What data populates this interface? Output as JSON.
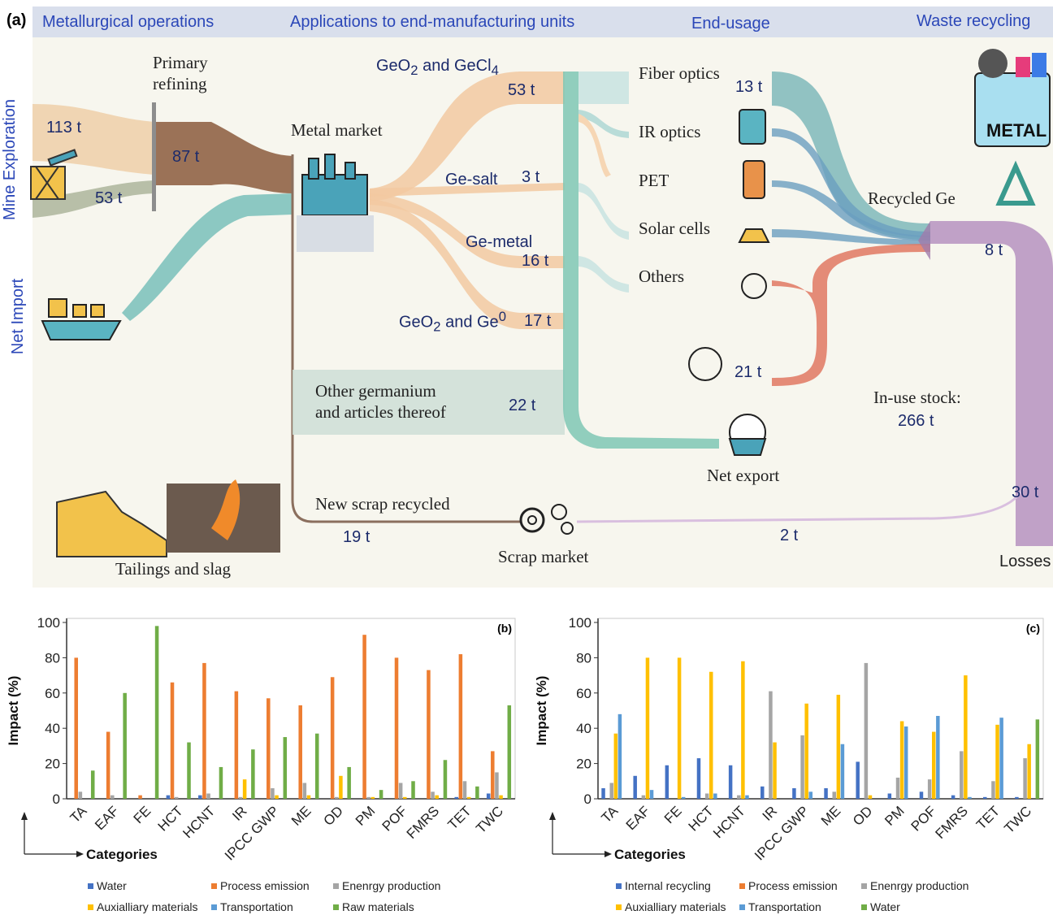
{
  "panel_a": {
    "label": "(a)",
    "headers": [
      "Metallurgical operations",
      "Applications to end-manufacturing units",
      "End-usage",
      "Waste recycling"
    ],
    "side_labels": {
      "mine": "Mine Exploration",
      "import": "Net Import"
    },
    "nodes": {
      "primary_refining": "Primary\nrefining",
      "metal_market": "Metal market",
      "geo2_gecl4_html": "GeO<sub>2</sub> and GeCl<sub>4</sub>",
      "ge_salt": "Ge-salt",
      "ge_metal": "Ge-metal",
      "geo2_ge0_html": "GeO<sub>2</sub> and Ge<sup>0</sup>",
      "other_ge": "Other germanium\nand articles thereof",
      "new_scrap": "New scrap recycled",
      "scrap_market": "Scrap market",
      "tailings": "Tailings and slag",
      "fiber": "Fiber optics",
      "ir": "IR optics",
      "pet": "PET",
      "solar": "Solar cells",
      "others": "Others",
      "recycled_ge": "Recycled Ge",
      "in_use_stock": "In-use stock:",
      "net_export": "Net export",
      "losses": "Losses",
      "metal_badge": "METAL"
    },
    "values": {
      "mine": "113 t",
      "secondary": "53 t",
      "refined": "87 t",
      "geo2_gecl4": "53 t",
      "ge_salt": "3 t",
      "ge_metal": "16 t",
      "geo2_ge0": "17 t",
      "other_ge": "22 t",
      "new_scrap": "19 t",
      "scrap_flow": "2 t",
      "fiber": "13 t",
      "others_in": "21 t",
      "recycled": "8 t",
      "stock": "266 t",
      "losses": "30 t"
    }
  },
  "colors": {
    "water_b": "#4472c4",
    "process": "#ed7d31",
    "energy": "#a5a5a5",
    "aux": "#ffc000",
    "transport": "#5b9bd5",
    "raw": "#70ad47",
    "internal": "#4472c4",
    "water_c": "#70ad47"
  },
  "chart_data": [
    {
      "type": "bar",
      "panel": "(b)",
      "ylabel": "Impact (%)",
      "xlabel": "Categories",
      "ylim": [
        0,
        100
      ],
      "yticks": [
        0,
        20,
        40,
        60,
        80,
        100
      ],
      "categories": [
        "TA",
        "EAF",
        "FE",
        "HCT",
        "HCNT",
        "IR",
        "IPCC GWP",
        "ME",
        "OD",
        "PM",
        "POF",
        "FMRS",
        "TET",
        "TWC"
      ],
      "series": [
        {
          "name": "Water",
          "color": "#4472c4",
          "values": [
            0,
            0,
            0,
            2,
            2,
            0,
            0,
            0,
            0,
            0,
            0,
            0,
            1,
            3
          ]
        },
        {
          "name": "Process emission",
          "color": "#ed7d31",
          "values": [
            80,
            38,
            2,
            66,
            77,
            61,
            57,
            53,
            69,
            93,
            80,
            73,
            82,
            27
          ]
        },
        {
          "name": "Enenrgy production",
          "color": "#a5a5a5",
          "values": [
            4,
            2,
            0,
            1,
            3,
            1,
            6,
            9,
            1,
            1,
            9,
            4,
            10,
            15
          ]
        },
        {
          "name": "Auxialliary materials",
          "color": "#ffc000",
          "values": [
            0,
            0,
            0,
            0,
            0,
            11,
            2,
            2,
            13,
            1,
            1,
            2,
            1,
            2
          ]
        },
        {
          "name": "Transportation",
          "color": "#5b9bd5",
          "values": [
            0,
            0,
            0,
            0,
            0,
            0,
            0,
            0,
            0,
            0,
            0,
            0,
            0,
            0
          ]
        },
        {
          "name": "Raw materials",
          "color": "#70ad47",
          "values": [
            16,
            60,
            98,
            32,
            18,
            28,
            35,
            37,
            18,
            5,
            10,
            22,
            7,
            53
          ]
        }
      ],
      "legend": [
        "Water",
        "Process emission",
        "Enenrgy production",
        "Auxialliary materials",
        "Transportation",
        "Raw materials"
      ]
    },
    {
      "type": "bar",
      "panel": "(c)",
      "ylabel": "Impact (%)",
      "xlabel": "Categories",
      "ylim": [
        0,
        100
      ],
      "yticks": [
        0,
        20,
        40,
        60,
        80,
        100
      ],
      "categories": [
        "TA",
        "EAF",
        "FE",
        "HCT",
        "HCNT",
        "IR",
        "IPCC GWP",
        "ME",
        "OD",
        "PM",
        "POF",
        "FMRS",
        "TET",
        "TWC"
      ],
      "series": [
        {
          "name": "Internal recycling",
          "color": "#4472c4",
          "values": [
            6,
            13,
            19,
            23,
            19,
            7,
            6,
            6,
            21,
            3,
            4,
            2,
            1,
            1
          ]
        },
        {
          "name": "Process emission",
          "color": "#ed7d31",
          "values": [
            0,
            0,
            0,
            0,
            0,
            0,
            0,
            0,
            0,
            0,
            0,
            0,
            0,
            0
          ]
        },
        {
          "name": "Enenrgy production",
          "color": "#a5a5a5",
          "values": [
            9,
            2,
            0,
            3,
            2,
            61,
            36,
            4,
            77,
            12,
            11,
            27,
            10,
            23
          ]
        },
        {
          "name": "Auxialliary materials",
          "color": "#ffc000",
          "values": [
            37,
            80,
            80,
            72,
            78,
            32,
            54,
            59,
            2,
            44,
            38,
            70,
            42,
            31
          ]
        },
        {
          "name": "Transportation",
          "color": "#5b9bd5",
          "values": [
            48,
            5,
            1,
            3,
            2,
            0,
            4,
            31,
            0,
            41,
            47,
            1,
            46,
            0
          ]
        },
        {
          "name": "Water",
          "color": "#70ad47",
          "values": [
            0,
            0,
            0,
            0,
            0,
            0,
            0,
            0,
            0,
            0,
            0,
            0,
            0,
            45
          ]
        }
      ],
      "legend": [
        "Internal recycling",
        "Process emission",
        "Enenrgy production",
        "Auxialliary materials",
        "Transportation",
        "Water"
      ]
    }
  ]
}
